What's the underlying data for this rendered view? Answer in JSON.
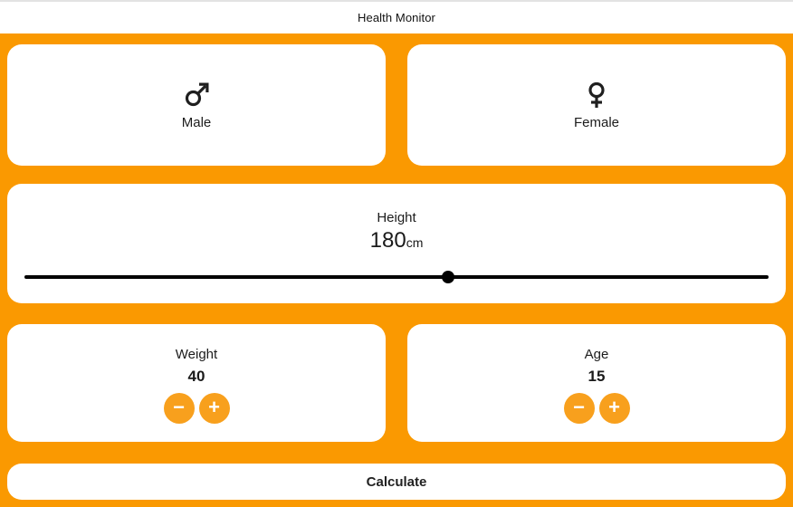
{
  "app": {
    "title": "Health Monitor"
  },
  "colors": {
    "background_orange": "#FA9901",
    "stepper_button_orange": "#F8A01D",
    "card_white": "#FFFFFF",
    "text_dark": "#212121",
    "slider_black": "#000000",
    "top_divider_gray": "#E3E3E3"
  },
  "gender_cards": {
    "male": {
      "label": "Male",
      "icon": "male-icon"
    },
    "female": {
      "label": "Female",
      "icon": "female-icon"
    }
  },
  "height_card": {
    "label": "Height",
    "value": "180",
    "unit": "cm",
    "slider_percent": 56.9
  },
  "weight_card": {
    "label": "Weight",
    "value": "40",
    "minus": "−",
    "plus": "+"
  },
  "age_card": {
    "label": "Age",
    "value": "15",
    "minus": "−",
    "plus": "+"
  },
  "calculate_button": {
    "label": "Calculate"
  }
}
